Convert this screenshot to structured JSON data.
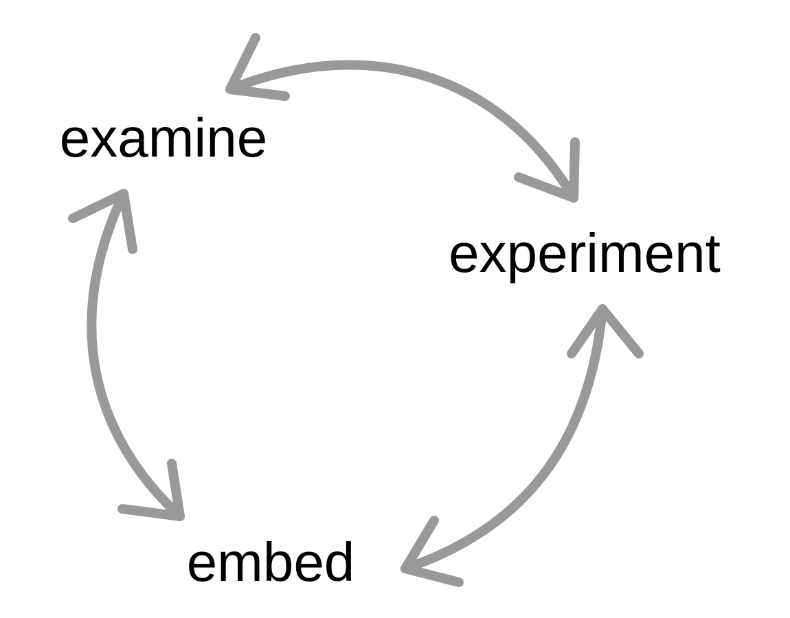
{
  "diagram": {
    "nodes": [
      {
        "id": "examine",
        "label": "examine"
      },
      {
        "id": "experiment",
        "label": "experiment"
      },
      {
        "id": "embed",
        "label": "embed"
      }
    ],
    "edges": [
      {
        "from": "examine",
        "to": "experiment",
        "direction": "bidirectional"
      },
      {
        "from": "experiment",
        "to": "embed",
        "direction": "bidirectional"
      },
      {
        "from": "embed",
        "to": "examine",
        "direction": "bidirectional"
      }
    ],
    "colors": {
      "arrow": "#999999",
      "text": "#000000",
      "background": "#ffffff"
    }
  }
}
